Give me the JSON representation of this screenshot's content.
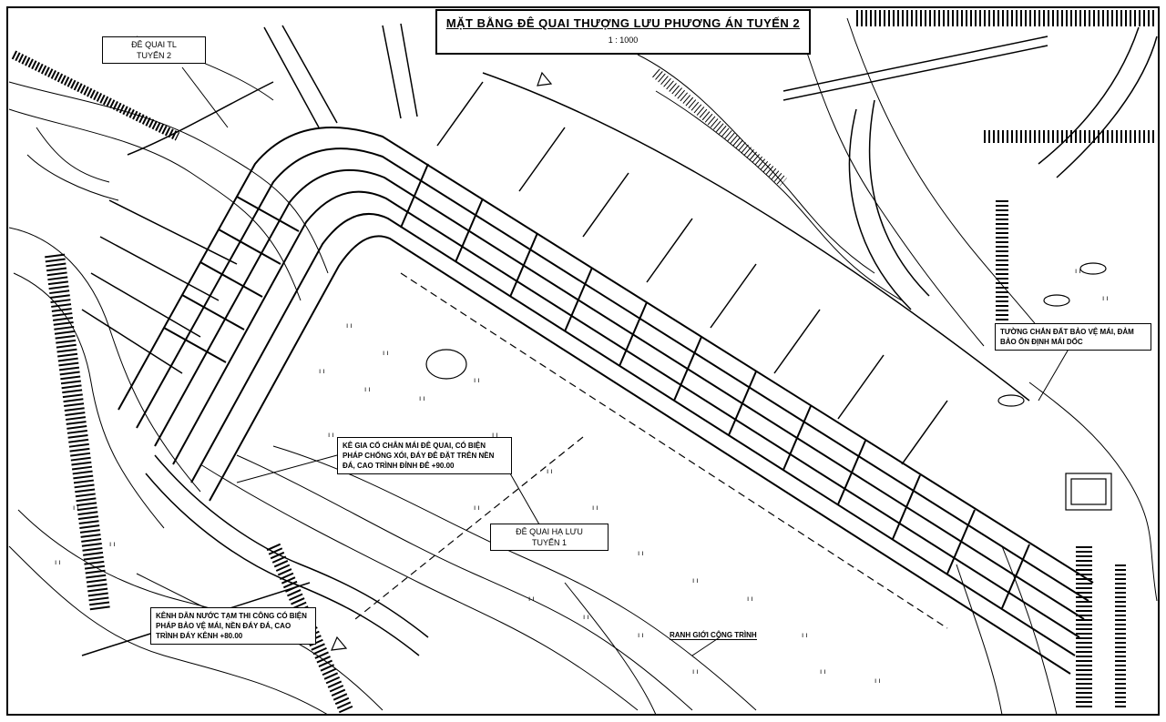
{
  "drawing": {
    "title": "MẶT BẰNG ĐÊ QUAI THƯỢNG LƯU PHƯƠNG ÁN TUYẾN 2",
    "scale": "1 : 1000",
    "labels": {
      "upper_left_line1": "ĐÊ QUAI TL",
      "upper_left_line2": "TUYẾN 2",
      "lower_center_line1": "ĐÊ QUAI HẠ LƯU",
      "lower_center_line2": "TUYẾN 1",
      "note_center": "KÊ GIA CỐ CHÂN MÁI ĐÊ QUAI, CÓ BIỆN PHÁP CHỐNG XÓI, ĐÁY ĐÊ ĐẶT TRÊN NỀN ĐÁ, CAO TRÌNH ĐỈNH ĐÊ +90.00",
      "note_lower_left": "KÊNH DẪN NƯỚC TẠM THI CÔNG CÓ BIỆN PHÁP BẢO VỆ MÁI, NỀN ĐÁY ĐÁ, CAO TRÌNH ĐÁY KÊNH +80.00",
      "note_right": "TƯỜNG CHẮN ĐẤT BẢO VỆ MÁI, ĐẢM BẢO ỔN ĐỊNH MÁI DỐC",
      "note_bottom": "RANH GIỚI CÔNG TRÌNH"
    }
  },
  "colors": {
    "ink": "#000000",
    "paper": "#ffffff"
  }
}
